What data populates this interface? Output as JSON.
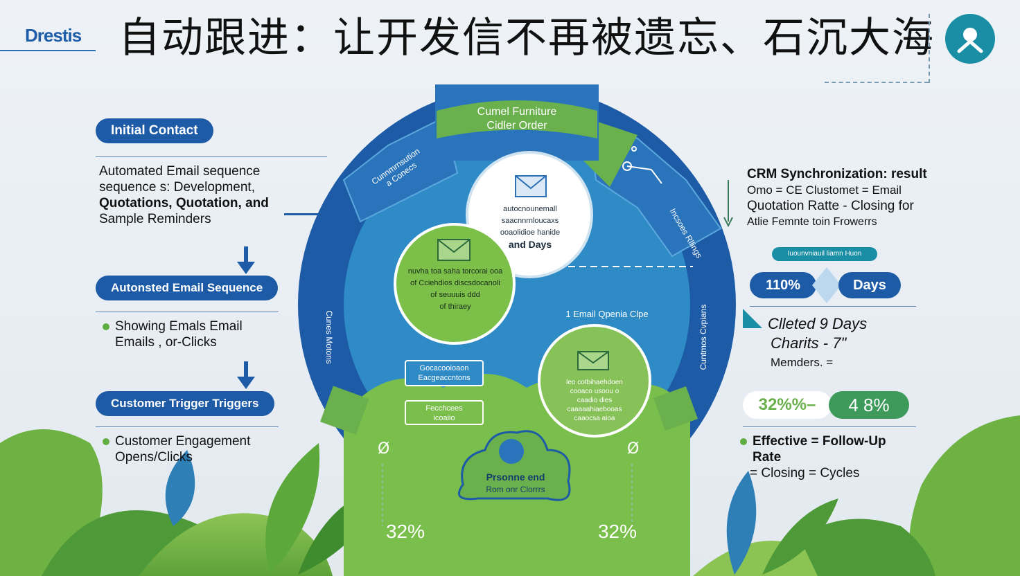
{
  "header": {
    "brand": "Drestis",
    "title": "自动跟进：让开发信不再被遗忘、石沉大海"
  },
  "left": {
    "initial_contact": "Initial Contact",
    "desc_line1": "Automated Email sequence",
    "desc_line2": "sequence s: Development,",
    "desc_line3": "Quotations, Quotation, and",
    "desc_line4": "Sample Reminders",
    "automated_email_sequence": "Autonsted Email Sequence",
    "showing_line1": "Showing Emals Email",
    "showing_line2": "Emails , or-Clicks",
    "customer_trigger": "Customer Trigger Triggers",
    "engagement_line1": "Customer Engagement",
    "engagement_line2": "Opens/Clicks"
  },
  "center": {
    "banner_line1": "Cumel Furniture",
    "banner_line2": "Cidler Order",
    "arc_left_line1": "Cunnmrnsution",
    "arc_left_line2": "a Conecs",
    "arc_right": "Incsoes Rllings",
    "arc_side_left": "Cunes Motons",
    "arc_side_right": "Cuntmos Cvpians",
    "white_circle_line1": "autocnounemall",
    "white_circle_line2": "saacnnrnloucaxs",
    "white_circle_line3": "ooaolidioe hanide",
    "white_circle_line4": "and Days",
    "green_left_line1": "nuvha toa saha torcorai ooa",
    "green_left_line2": "of Cciehdios discsdocanoli",
    "green_left_line3": "of seuuuis ddd",
    "green_left_line4": "of thiraey",
    "email_open_label": "1 Email Qpenia Clpe",
    "green_right_line1": "leo cotbihaehdoen",
    "green_right_line2": "cooaco usoou o",
    "green_right_line3": "caadio dies",
    "green_right_line4": "caaaaahiaebooas",
    "green_right_line5": "caaocsa aioa",
    "box1_line1": "Gocacooioaon",
    "box1_line2": "Eacgeaccntons",
    "box2_line1": "Fecchcees",
    "box2_line2": "icoaiio",
    "cloud_line1": "Prsonne end",
    "cloud_line2": "Rom onr Clorrrs",
    "pct_left": "32%",
    "pct_right": "32%"
  },
  "right": {
    "crm_line1": "CRM Synchronization: result",
    "crm_line2": "Omo = CE Clustomet = Email",
    "crm_line3": "Quotation Ratte - Closing for",
    "crm_line4": "Atlie Femnte toin Frowerrs",
    "small_pill": "Iuounvniauil liamn Huon",
    "pill_110": "110%",
    "pill_days": "Days",
    "cleted_line1": "Clleted 9 Days",
    "cleted_line2": "Charits  - 7\"",
    "cleted_line3": "Memders. =",
    "pill_32": "32%%–",
    "pill_48": "4 8%",
    "eff_line1": "Effective = Follow-Up",
    "eff_line2": "Rate",
    "eff_line3": "= Closing = Cycles"
  },
  "colors": {
    "navy": "#1d5ba7",
    "green": "#6ab04c",
    "teal": "#1a8ea4"
  }
}
